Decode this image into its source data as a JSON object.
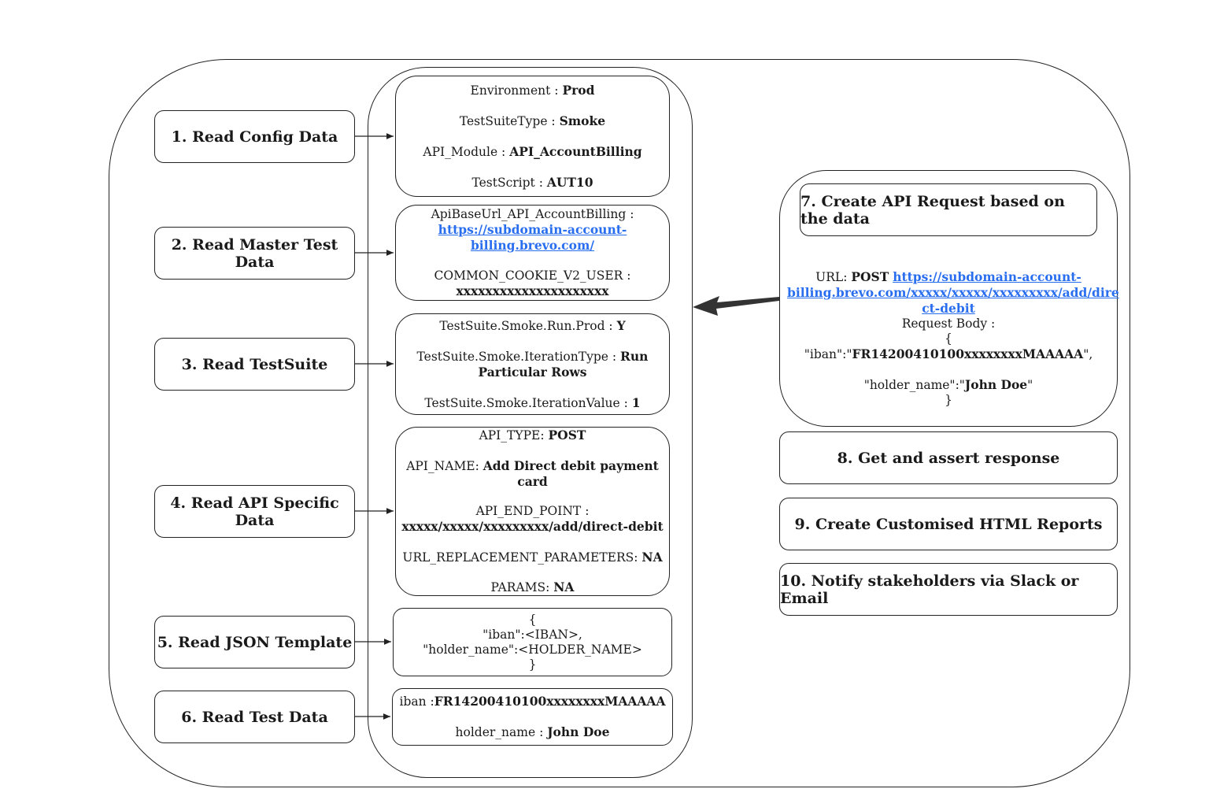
{
  "steps": {
    "s1": "1. Read Config Data",
    "s2": "2. Read Master Test Data",
    "s3": "3. Read TestSuite",
    "s4": "4. Read API Specific Data",
    "s5": "5. Read JSON Template",
    "s6": "6. Read Test Data",
    "s7": "7. Create API Request based on the data",
    "s8": "8. Get and assert response",
    "s9": "9. Create Customised HTML Reports",
    "s10": "10. Notify stakeholders via Slack or Email"
  },
  "config": {
    "env_label": "Environment : ",
    "env_value": "Prod",
    "suite_label": "TestSuiteType : ",
    "suite_value": "Smoke",
    "module_label": "API_Module : ",
    "module_value": "API_AccountBilling",
    "script_label": "TestScript : ",
    "script_value": "AUT10"
  },
  "master": {
    "baseurl_label": "ApiBaseUrl_API_AccountBilling :",
    "baseurl_link_1": "https://subdomain-account-",
    "baseurl_link_2": "billing.brevo.com/",
    "cookie_label": "COMMON_COOKIE_V2_USER :",
    "cookie_value": "xxxxxxxxxxxxxxxxxxxxx"
  },
  "testsuite": {
    "run_label": "TestSuite.Smoke.Run.Prod : ",
    "run_value": "Y",
    "itype_label": "TestSuite.Smoke.IterationType : ",
    "itype_value_1": "Run",
    "itype_value_2": "Particular Rows",
    "ivalue_label": "TestSuite.Smoke.IterationValue : ",
    "ivalue_value": "1"
  },
  "api": {
    "type_label": "API_TYPE: ",
    "type_value": "POST",
    "name_label": "API_NAME: ",
    "name_value": "Add Direct debit payment card",
    "endpoint_label": "API_END_POINT :",
    "endpoint_value": "xxxxx/xxxxx/xxxxxxxxx/add/direct-debit",
    "urlparams_label": "URL_REPLACEMENT_PARAMETERS: ",
    "urlparams_value": "NA",
    "params_label": "PARAMS: ",
    "params_value": "NA"
  },
  "json_template": {
    "open": "{",
    "iban_line": "\"iban\":<IBAN>,",
    "holder_line": "\"holder_name\":<HOLDER_NAME>",
    "close": "}"
  },
  "test_data": {
    "iban_label": "iban :",
    "iban_value": "FR14200410100xxxxxxxxMAAAAA",
    "holder_label": "holder_name : ",
    "holder_value": "John Doe"
  },
  "request": {
    "url_label": "URL: ",
    "method": "POST",
    "url_link_1": "https://subdomain-account-",
    "url_link_2": "billing.brevo.com/xxxxx/xxxxx/xxxxxxxxx/add/dire",
    "url_link_3": "ct-debit",
    "body_label": "Request Body :",
    "open": "{",
    "iban_key": "\"iban\":\"",
    "iban_value": "FR14200410100xxxxxxxxMAAAAA",
    "iban_end": "\",",
    "holder_key": "\"holder_name\":\"",
    "holder_value": "John Doe",
    "holder_end": "\"",
    "close": "}"
  },
  "colors": {
    "link": "#2a6ef0",
    "stroke": "#222222"
  }
}
